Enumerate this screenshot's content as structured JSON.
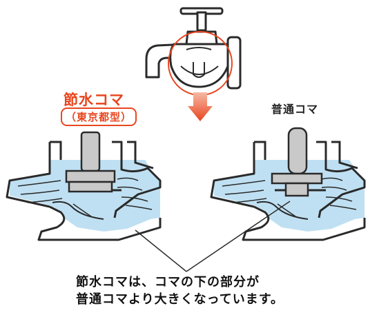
{
  "labels": {
    "water_saving_valve": "節水コマ",
    "water_saving_note": "（東京都型）",
    "normal_valve": "普通コマ"
  },
  "caption": {
    "line1": "節水コマは、コマの下の部分が",
    "line2": "普通コマより大きくなっています。"
  },
  "colors": {
    "water": "#bfe0f2",
    "outline": "#2a2a2a",
    "valve_fill": "#c9c9c9",
    "accent_red": "#e8451e"
  }
}
